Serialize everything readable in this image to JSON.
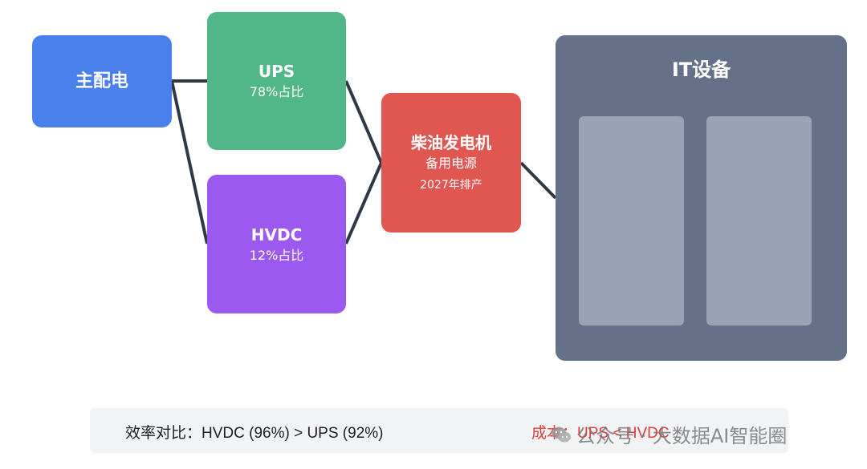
{
  "colors": {
    "main": "#4a80ec",
    "ups": "#52b788",
    "hvdc": "#9b59f0",
    "diesel": "#e05650",
    "it": "#657189",
    "rack": "#98a3b5",
    "line": "#2f3847",
    "cost_red": "#e23b3b"
  },
  "nodes": {
    "main": {
      "label": "主配电"
    },
    "ups": {
      "label": "UPS",
      "share": "78%占比"
    },
    "hvdc": {
      "label": "HVDC",
      "share": "12%占比"
    },
    "diesel": {
      "label": "柴油发电机",
      "sub": "备用电源",
      "note": "2027年排产"
    },
    "it": {
      "label": "IT设备"
    }
  },
  "footer": {
    "efficiency": "效率对比：HVDC (96%) > UPS (92%)",
    "cost_label": "成本：",
    "cost_value": "UPS < HVDC"
  },
  "watermark": {
    "text": "公众号 · 大数据AI智能圈",
    "icon": "wechat-icon"
  }
}
